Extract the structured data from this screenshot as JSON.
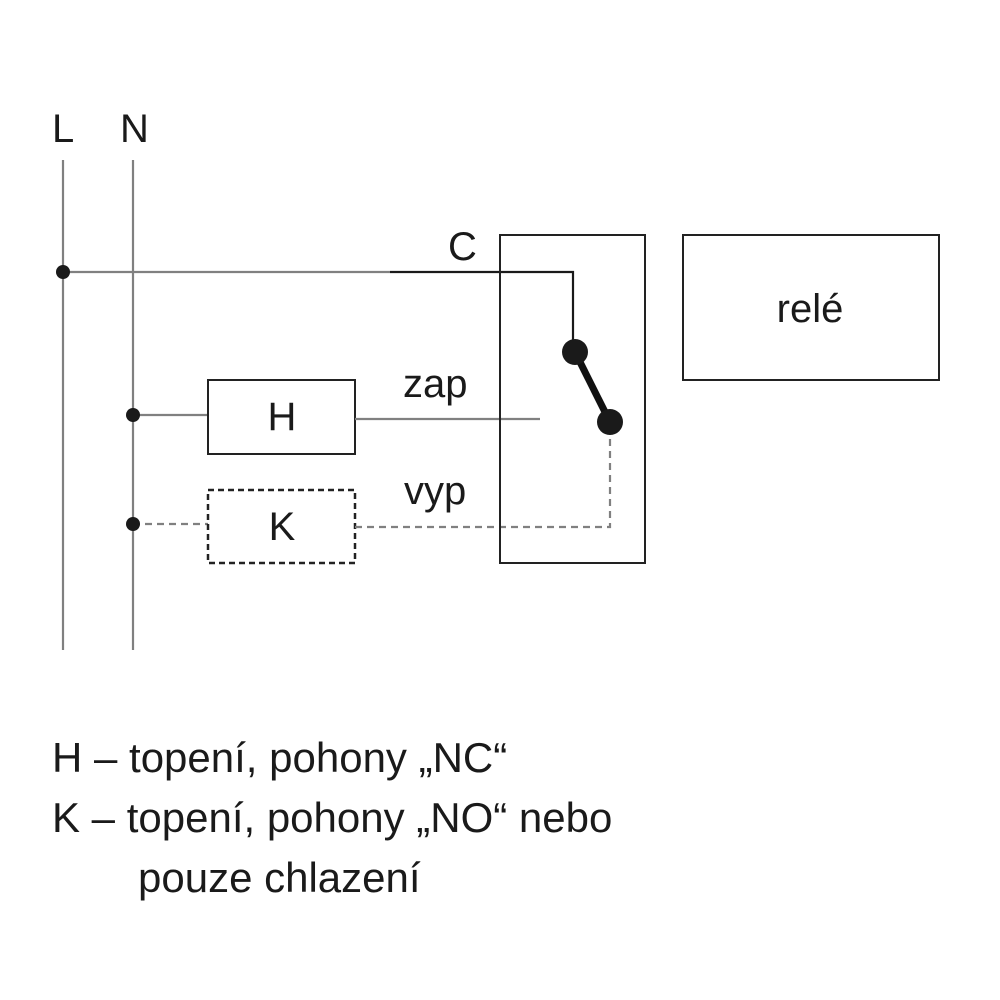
{
  "labels": {
    "L": "L",
    "N": "N",
    "C": "C",
    "zap": "zap",
    "vyp": "vyp",
    "H": "H",
    "K": "K",
    "rele": "relé"
  },
  "legend": {
    "line1": "H – topení, pohony „NC“",
    "line2": "K – topení, pohony „NO“ nebo",
    "line3": "pouze chlazení"
  },
  "colors": {
    "wire": "#808080",
    "ink": "#1a1a1a"
  }
}
